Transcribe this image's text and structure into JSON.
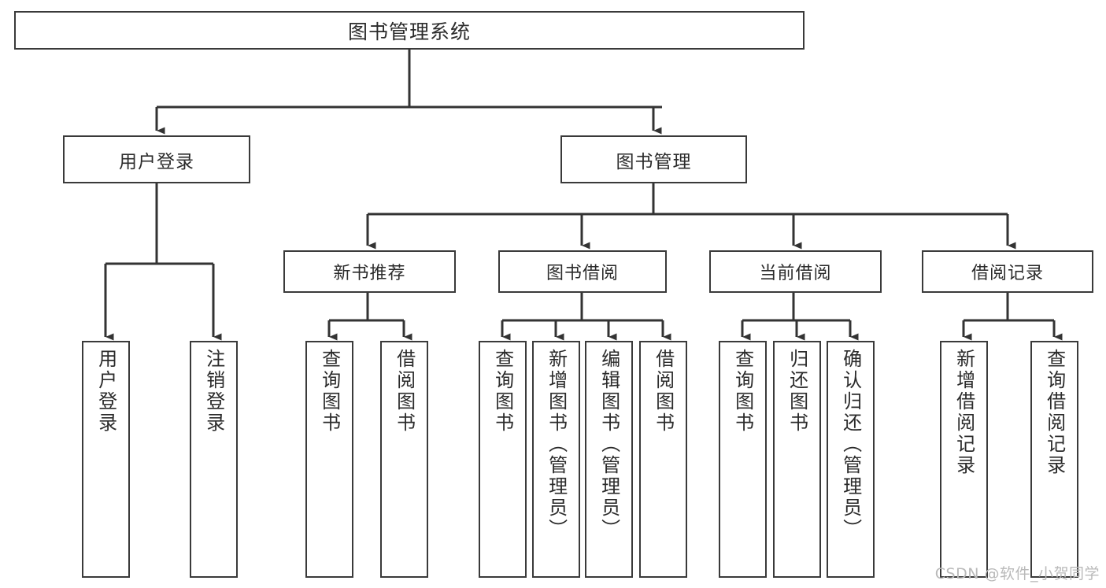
{
  "diagram": {
    "title": "图书管理系统",
    "type": "tree-hierarchy",
    "root": {
      "label": "图书管理系统"
    },
    "level1": [
      {
        "label": "用户登录"
      },
      {
        "label": "图书管理"
      }
    ],
    "level2": [
      {
        "label": "新书推荐"
      },
      {
        "label": "图书借阅"
      },
      {
        "label": "当前借阅"
      },
      {
        "label": "借阅记录"
      }
    ],
    "leaves": {
      "user_login": [
        {
          "label": "用户登录"
        },
        {
          "label": "注销登录"
        }
      ],
      "new_book_recommend": [
        {
          "label": "查询图书"
        },
        {
          "label": "借阅图书"
        }
      ],
      "book_borrow": [
        {
          "label": "查询图书"
        },
        {
          "label": "新增图书（管理员）"
        },
        {
          "label": "编辑图书（管理员）"
        },
        {
          "label": "借阅图书"
        }
      ],
      "current_borrow": [
        {
          "label": "查询图书"
        },
        {
          "label": "归还图书"
        },
        {
          "label": "确认归还（管理员）"
        }
      ],
      "borrow_records": [
        {
          "label": "新增借阅记录"
        },
        {
          "label": "查询借阅记录"
        }
      ]
    },
    "watermark": "CSDN @软件_小贺同学",
    "colors": {
      "border": "#3a3a3a",
      "text": "#2b2b2b",
      "background": "#ffffff",
      "connector": "#333333",
      "watermark": "#b9b9b9"
    }
  }
}
